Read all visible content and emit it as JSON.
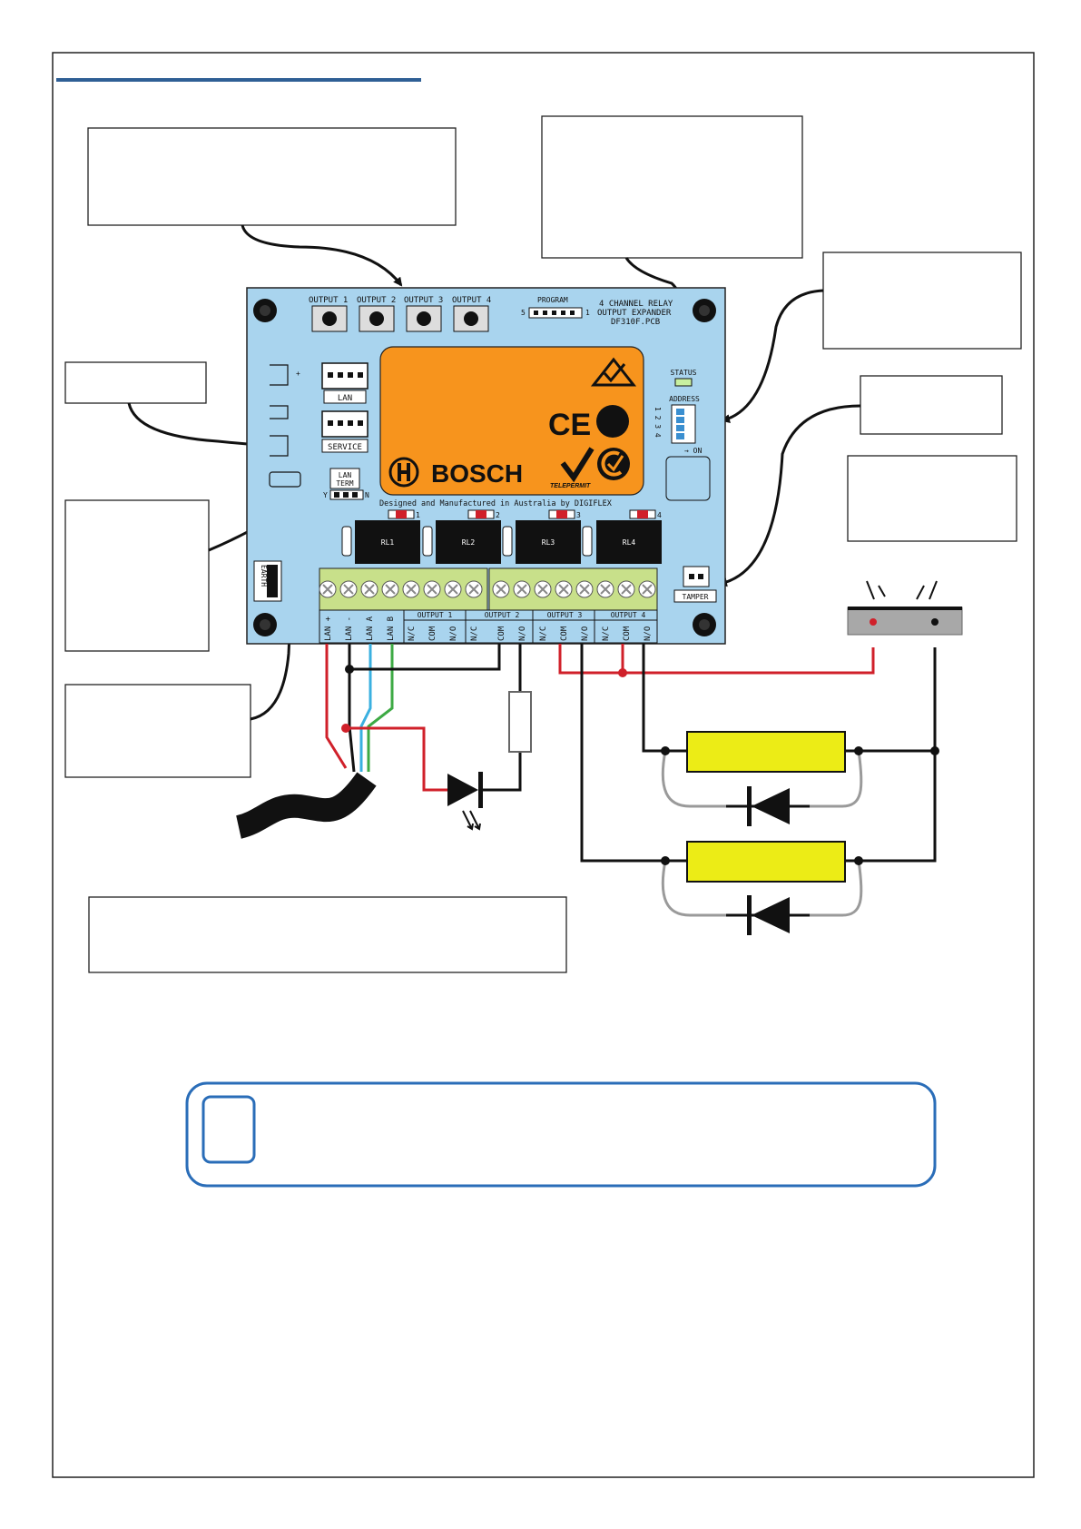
{
  "board": {
    "buttons": [
      "OUTPUT 1",
      "OUTPUT 2",
      "OUTPUT 3",
      "OUTPUT 4"
    ],
    "program_label": "PROGRAM",
    "program_pin_low": "5",
    "program_pin_high": "1",
    "title_lines": [
      "4 CHANNEL RELAY",
      "OUTPUT EXPANDER",
      "DF310F.PCB"
    ],
    "brand": "BOSCH",
    "telepermit": "TELEPERMIT",
    "status_label": "STATUS",
    "address_label": "ADDRESS",
    "address_digits": "1 2 3 4",
    "address_on": "→ ON",
    "lan_label": "LAN",
    "service_label": "SERVICE",
    "lan_term_lines": [
      "LAN",
      "TERM"
    ],
    "lan_term_y": "Y",
    "lan_term_n": "N",
    "plus_mark": "+",
    "manufactured_text": "Designed and Manufactured in Australia by DIGIFLEX",
    "relay_numbers": [
      "1",
      "2",
      "3",
      "4"
    ],
    "relays": [
      "RL1",
      "RL2",
      "RL3",
      "RL4"
    ],
    "earth_label": "EARTH",
    "tamper_label": "TAMPER",
    "output_group_labels": [
      "OUTPUT 1",
      "OUTPUT 2",
      "OUTPUT 3",
      "OUTPUT 4"
    ],
    "terminal_labels": [
      "LAN +",
      "LAN -",
      "LAN A",
      "LAN B",
      "N/C",
      "COM",
      "N/O",
      "N/C",
      "COM",
      "N/O",
      "N/C",
      "COM",
      "N/O",
      "N/C",
      "COM",
      "N/O"
    ]
  },
  "colors": {
    "board": "#a9d4ee",
    "module": "#f7941d",
    "terminal": "#c8e08a",
    "relay_load": "#ecec16",
    "info_border": "#2a6db8",
    "header_rule": "#2f5f95",
    "wire_red": "#d0202a",
    "wire_blue": "#3ab0e0",
    "wire_green": "#3daa44",
    "wire_black": "#111111",
    "wire_grey": "#9a9a9a"
  },
  "icons": [
    "check-mark-icon",
    "ce-mark-icon",
    "rcm-mark-icon",
    "bosch-logo-icon",
    "led-icon",
    "resistor-icon",
    "diode-icon",
    "siren-icon",
    "info-icon"
  ]
}
